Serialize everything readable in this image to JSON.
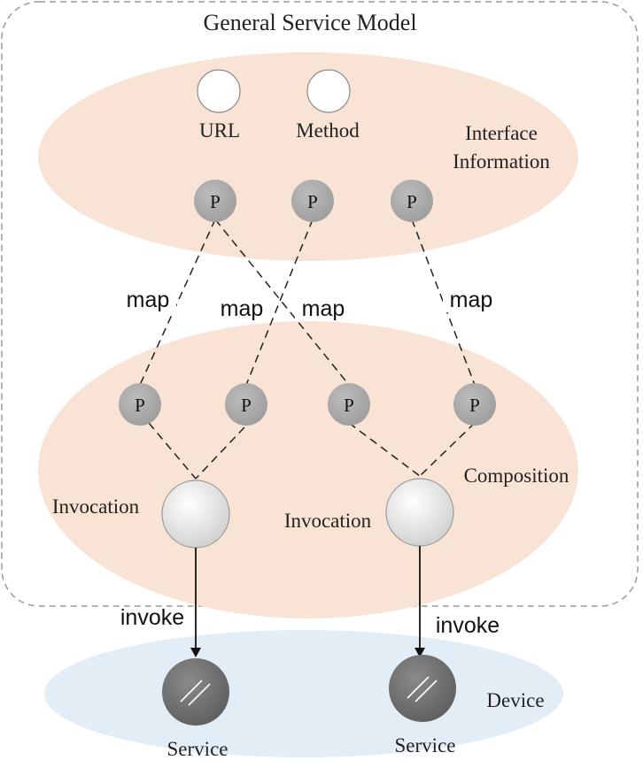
{
  "title": "General Service Model",
  "interface_info": {
    "label_line1": "Interface",
    "label_line2": "Information",
    "url_label": "URL",
    "method_label": "Method"
  },
  "param_label": "P",
  "map_label": "map",
  "composition": {
    "label": "Composition"
  },
  "invocation_label": "Invocation",
  "invoke_label": "invoke",
  "device": {
    "label": "Device"
  },
  "service_label": "Service",
  "colors": {
    "interface_fill": "#f9e3d5",
    "composition_fill": "#f9e3d5",
    "device_fill": "#e3edf6",
    "param_fill": "#a8a8a8",
    "service_fill": "#6e6e6e",
    "boundary_stroke": "#9a9a9a"
  }
}
